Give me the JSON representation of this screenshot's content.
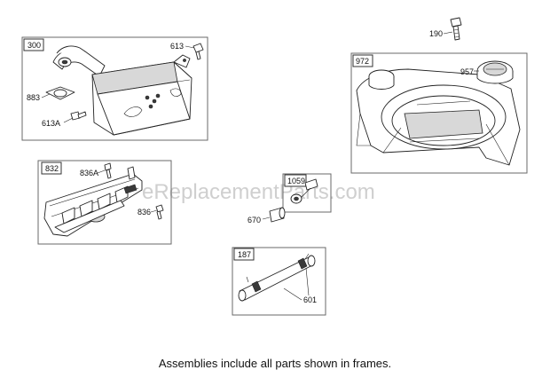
{
  "watermark": "eReplacementParts.com",
  "footer_note": "Assemblies include all parts shown in frames.",
  "frames": {
    "f300": "300",
    "f832": "832",
    "f972": "972",
    "f1059": "1059",
    "f187": "187"
  },
  "callouts": {
    "c613": "613",
    "c883": "883",
    "c613A": "613A",
    "c836A": "836A",
    "c836": "836",
    "c190": "190",
    "c957": "957",
    "c670": "670",
    "c601": "601"
  }
}
